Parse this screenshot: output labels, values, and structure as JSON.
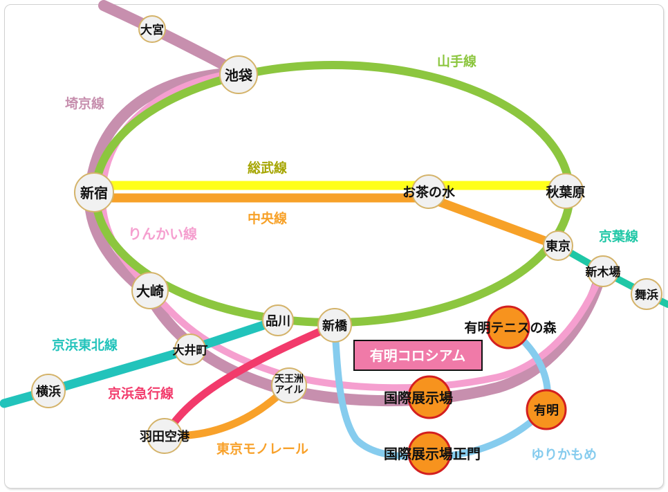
{
  "lines": {
    "yamanote": {
      "label": "山手線",
      "color": "#8cc63f"
    },
    "saikyo": {
      "label": "埼京線",
      "color": "#c78fae"
    },
    "rinkai": {
      "label": "りんかい線",
      "color": "#f59fcf"
    },
    "sobu": {
      "label": "総武線",
      "color": "#ffff1a",
      "label_color": "#a5a500"
    },
    "chuo": {
      "label": "中央線",
      "color": "#f7a128"
    },
    "keiyo": {
      "label": "京葉線",
      "color": "#1fc7a6"
    },
    "keihin_tohoku": {
      "label": "京浜東北線",
      "color": "#22c3bb"
    },
    "keikyu": {
      "label": "京浜急行線",
      "color": "#f23a6b"
    },
    "monorail": {
      "label": "東京モノレール",
      "color": "#f8a12a"
    },
    "yurikamome": {
      "label": "ゆりかもめ",
      "color": "#86ccee"
    }
  },
  "stations": {
    "omiya": "大宮",
    "ikebukuro": "池袋",
    "shinjuku": "新宿",
    "ochanomizu": "お茶の水",
    "akihabara": "秋葉原",
    "tokyo": "東京",
    "shinkiba": "新木場",
    "maihama": "舞浜",
    "osaki": "大崎",
    "shinagawa": "品川",
    "shinbashi": "新橋",
    "oimachi": "大井町",
    "yokohama": "横浜",
    "tennozu_isle": "天王洲\nアイル",
    "haneda": "羽田空港",
    "ariake_tennis": "有明テニスの森",
    "ariake": "有明",
    "kokusai_tenjijo": "国際展示場",
    "kokusai_tenjijo_seimon": "国際展示場正門"
  },
  "venue": {
    "label": "有明コロシアム",
    "bg_color": "#f07aa8"
  },
  "colors": {
    "station_fill": "#f1f1f1",
    "station_ring": "#d4b36a",
    "highlight_fill": "#f7931e",
    "highlight_ring": "#d31f1f"
  }
}
